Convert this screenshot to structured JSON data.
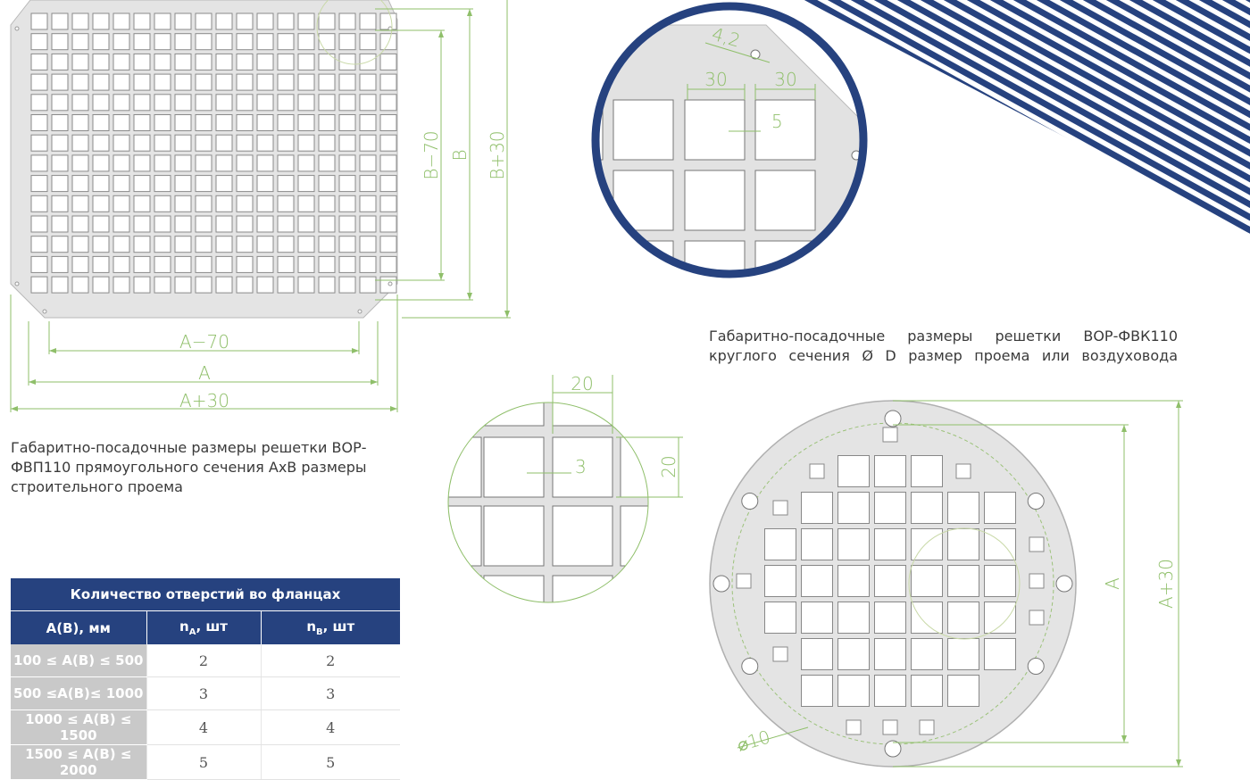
{
  "dimensions": {
    "rect_a_minus": "A−70",
    "rect_a": "A",
    "rect_a_plus": "A+30",
    "rect_b_minus": "B−70",
    "rect_b": "B",
    "rect_b_plus": "B+30",
    "detail_hole_dia": "4,2",
    "detail_cell": "30",
    "detail_web": "5",
    "small_cell": "20",
    "small_web": "3",
    "round_a": "A",
    "round_a_plus": "A+30",
    "round_hole_dia": "⌀10"
  },
  "captions": {
    "rect": "Габаритно-посадочные размеры решетки ВОР-ФВП110 прямоугольного сечения АхВ размеры строительного проема",
    "round": "Габаритно-посадочные размеры решетки ВОР-ФВК110 круглого сечения Ø D размер проема или воздуховода"
  },
  "table": {
    "title": "Количество отверстий во фланцах",
    "col_range": "А(В), мм",
    "col_na": "n",
    "col_na_sub": "А",
    "col_nb": "n",
    "col_nb_sub": "В",
    "col_unit": ", шт",
    "rows": [
      {
        "range": "100 ≤ А(В) ≤ 500",
        "na": "2",
        "nb": "2"
      },
      {
        "range": "500 ≤А(В)≤ 1000",
        "na": "3",
        "nb": "3"
      },
      {
        "range": "1000 ≤ А(В) ≤ 1500",
        "na": "4",
        "nb": "4"
      },
      {
        "range": "1500 ≤ А(В) ≤ 2000",
        "na": "5",
        "nb": "5"
      }
    ]
  },
  "colors": {
    "table_header": "#26427f",
    "row_shade": "#c9c9c9",
    "accent_ring": "#26427f",
    "stripes": "#26427f",
    "dimension_lines": "#8fbf6a",
    "plate": "#e4e4e4"
  }
}
